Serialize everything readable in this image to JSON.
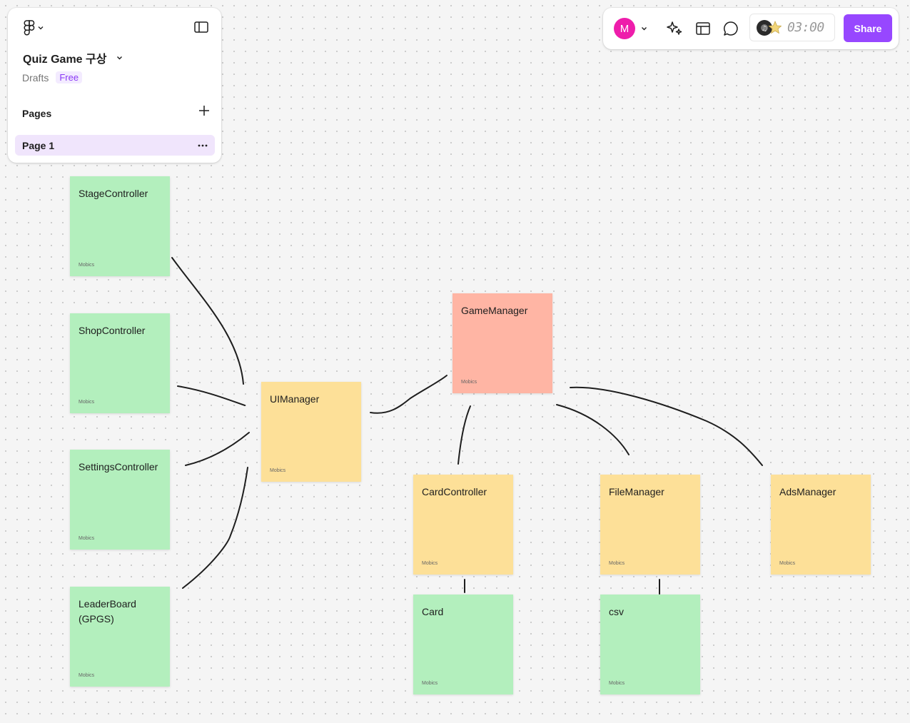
{
  "file": {
    "title": "Quiz Game 구상",
    "location": "Drafts",
    "plan": "Free"
  },
  "pages": {
    "label": "Pages",
    "items": [
      {
        "label": "Page 1",
        "selected": true
      }
    ]
  },
  "toolbar": {
    "avatar_initial": "M",
    "avatar_color": "#ee1dab",
    "timer": "03:00",
    "share_label": "Share",
    "share_color": "#9747ff"
  },
  "colors": {
    "green_sticky": "#b3efbd",
    "yellow_sticky": "#fde098",
    "salmon_sticky": "#ffb5a4",
    "selected_page": "#f0e5fc"
  },
  "stickies": {
    "stage": {
      "text": "StageController",
      "author": "Mobics"
    },
    "shop": {
      "text": "ShopController",
      "author": "Mobics"
    },
    "settings": {
      "text": "SettingsController",
      "author": "Mobics"
    },
    "leaderboard": {
      "text": "LeaderBoard\n(GPGS)",
      "author": "Mobics"
    },
    "ui": {
      "text": "UIManager",
      "author": "Mobics"
    },
    "game": {
      "text": "GameManager",
      "author": "Mobics"
    },
    "card_controller": {
      "text": "CardController",
      "author": "Mobics"
    },
    "file_manager": {
      "text": "FileManager",
      "author": "Mobics"
    },
    "ads": {
      "text": "AdsManager",
      "author": "Mobics"
    },
    "card": {
      "text": "Card",
      "author": "Mobics"
    },
    "csv": {
      "text": "csv",
      "author": "Mobics"
    }
  }
}
